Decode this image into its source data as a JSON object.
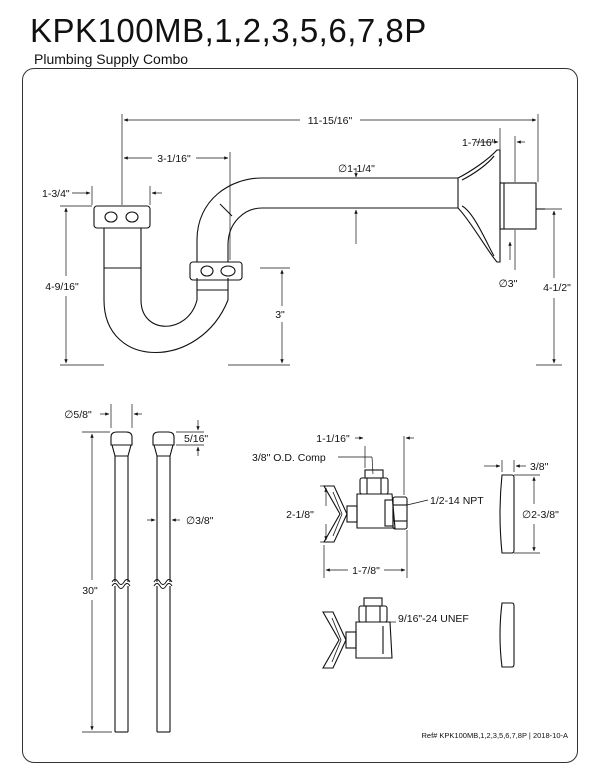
{
  "header": {
    "model": "KPK100MB,1,2,3,5,6,7,8P",
    "product": "Plumbing Supply Combo"
  },
  "dimensions": {
    "ptrap_length": "11-15/16\"",
    "ptrap_offset": "3-1/16\"",
    "flange_depth": "1-7/16\"",
    "pipe_dia": "∅1-1/4\"",
    "nut_height": "1-3/4\"",
    "trap_height": "4-9/16\"",
    "trap_drop": "3\"",
    "flange_dia": "∅3\"",
    "flange_height": "4-1/2\"",
    "tube_head_dia": "∅5/8\"",
    "tube_head_height": "5/16\"",
    "tube_dia": "∅3/8\"",
    "tube_length": "30\"",
    "valve_top": "1-1/16\"",
    "valve_comp": "3/8\" O.D. Comp",
    "valve_height": "2-1/8\"",
    "valve_inlet": "1/2-14  NPT",
    "valve_width": "1-7/8\"",
    "escutcheon_depth": "3/8\"",
    "escutcheon_dia": "∅2-3/8\"",
    "valve2_thread": "9/16\"-24 UNEF"
  },
  "footer": {
    "ref": "Ref# KPK100MB,1,2,3,5,6,7,8P | 2018-10-A"
  }
}
